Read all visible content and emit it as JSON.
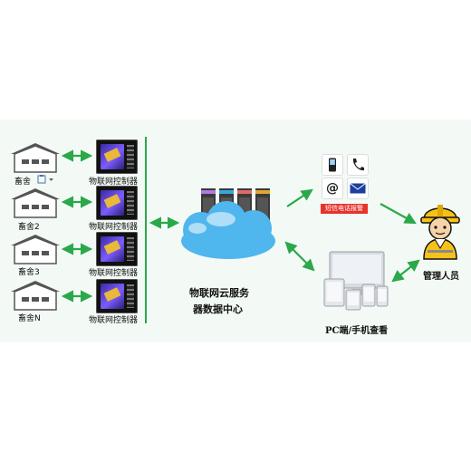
{
  "houses": [
    {
      "label": "畜舍"
    },
    {
      "label": "畜舍2"
    },
    {
      "label": "畜舍3"
    },
    {
      "label": "畜舍N"
    }
  ],
  "controller_label": "物联网控制器",
  "cloud_label_line1": "物联网云服务",
  "cloud_label_line2": "器数据中心",
  "alarm_label": "短信电话报警",
  "devices_label": "PC端/手机查看",
  "manager_label": "管理人员",
  "colors": {
    "arrow": "#2aa84a",
    "panel": "#f3faf5",
    "alarm": "#e8322c"
  }
}
